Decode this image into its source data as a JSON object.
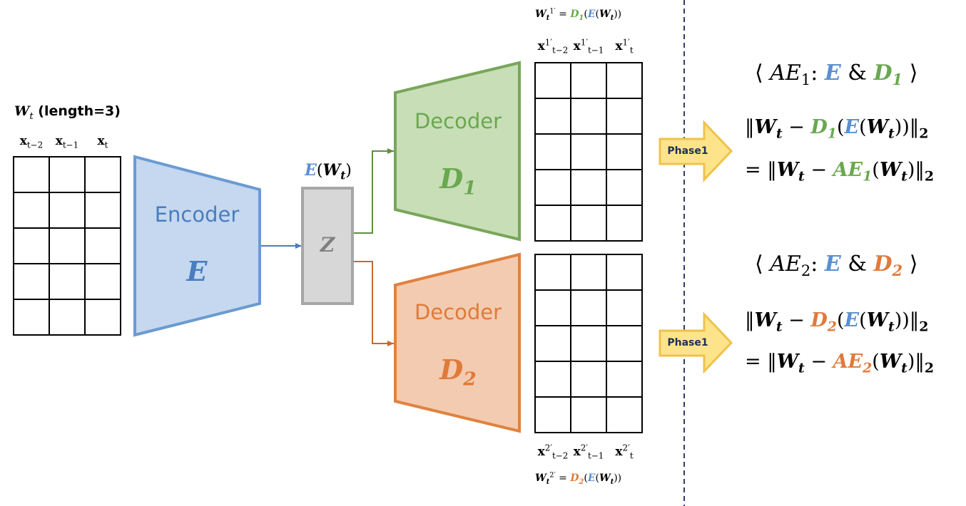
{
  "input": {
    "title_symbol": "W",
    "title_sub": "t",
    "title_suffix": " (length=3)",
    "columns": [
      {
        "base": "x",
        "sub": "t−2"
      },
      {
        "base": "x",
        "sub": "t−1"
      },
      {
        "base": "x",
        "sub": "t"
      }
    ]
  },
  "encoder": {
    "label": "Encoder",
    "symbol": "E",
    "color": "#c5d8ef",
    "stroke": "#6a9bd1"
  },
  "latent": {
    "label_func": "E",
    "label_arg": "W",
    "label_arg_sub": "t",
    "symbol": "Z",
    "color": "#d7d7d7",
    "stroke": "#a6a6a6"
  },
  "decoder1": {
    "label": "Decoder",
    "symbol": "D",
    "symbol_sub": "1",
    "color": "#c8deb7",
    "stroke": "#78a65a"
  },
  "decoder2": {
    "label": "Decoder",
    "symbol": "D",
    "symbol_sub": "2",
    "color": "#f3cbb0",
    "stroke": "#e0823f"
  },
  "output1": {
    "eq_lhs": "W",
    "eq_lhs_sub": "t",
    "eq_lhs_sup": "1′",
    "eq_eq": " = ",
    "eq_dec": "D",
    "eq_dec_sub": "1",
    "eq_enc": "E",
    "eq_arg": "W",
    "eq_arg_sub": "t",
    "columns": [
      {
        "base": "x",
        "sup": "1′",
        "sub": "t−2"
      },
      {
        "base": "x",
        "sup": "1′",
        "sub": "t−1"
      },
      {
        "base": "x",
        "sup": "1′",
        "sub": "t"
      }
    ]
  },
  "output2": {
    "eq_lhs": "W",
    "eq_lhs_sub": "t",
    "eq_lhs_sup": "2′",
    "eq_eq": " = ",
    "eq_dec": "D",
    "eq_dec_sub": "2",
    "eq_enc": "E",
    "eq_arg": "W",
    "eq_arg_sub": "t",
    "columns": [
      {
        "base": "x",
        "sup": "2′",
        "sub": "t−2"
      },
      {
        "base": "x",
        "sup": "2′",
        "sub": "t−1"
      },
      {
        "base": "x",
        "sup": "2′",
        "sub": "t"
      }
    ]
  },
  "phase_arrows": [
    {
      "label": "Phase1"
    },
    {
      "label": "Phase1"
    }
  ],
  "loss1": {
    "title_open": "⟨ ",
    "title_ae": "AE",
    "title_ae_sub": "1",
    "title_colon": ": ",
    "title_enc": "E",
    "title_amp": " & ",
    "title_dec": "D",
    "title_dec_sub": "1",
    "title_close": " ⟩",
    "line1_open": "‖",
    "line1_w": "W",
    "line1_w_sub": "t",
    "line1_minus": " − ",
    "line1_dec": "D",
    "line1_dec_sub": "1",
    "line1_enc": "E",
    "line1_arg": "W",
    "line1_arg_sub": "t",
    "line1_close": "‖",
    "line1_norm": "2",
    "line2_eq": "= ‖",
    "line2_w": "W",
    "line2_w_sub": "t",
    "line2_minus": " − ",
    "line2_ae": "AE",
    "line2_ae_sub": "1",
    "line2_arg": "W",
    "line2_arg_sub": "t",
    "line2_close": "‖",
    "line2_norm": "2"
  },
  "loss2": {
    "title_open": "⟨ ",
    "title_ae": "AE",
    "title_ae_sub": "2",
    "title_colon": ": ",
    "title_enc": "E",
    "title_amp": " & ",
    "title_dec": "D",
    "title_dec_sub": "2",
    "title_close": " ⟩",
    "line1_open": "‖",
    "line1_w": "W",
    "line1_w_sub": "t",
    "line1_minus": " − ",
    "line1_dec": "D",
    "line1_dec_sub": "2",
    "line1_enc": "E",
    "line1_arg": "W",
    "line1_arg_sub": "t",
    "line1_close": "‖",
    "line1_norm": "2",
    "line2_eq": "= ‖",
    "line2_w": "W",
    "line2_w_sub": "t",
    "line2_minus": " − ",
    "line2_ae": "AE",
    "line2_ae_sub": "2",
    "line2_arg": "W",
    "line2_arg_sub": "t",
    "line2_close": "‖",
    "line2_norm": "2"
  }
}
